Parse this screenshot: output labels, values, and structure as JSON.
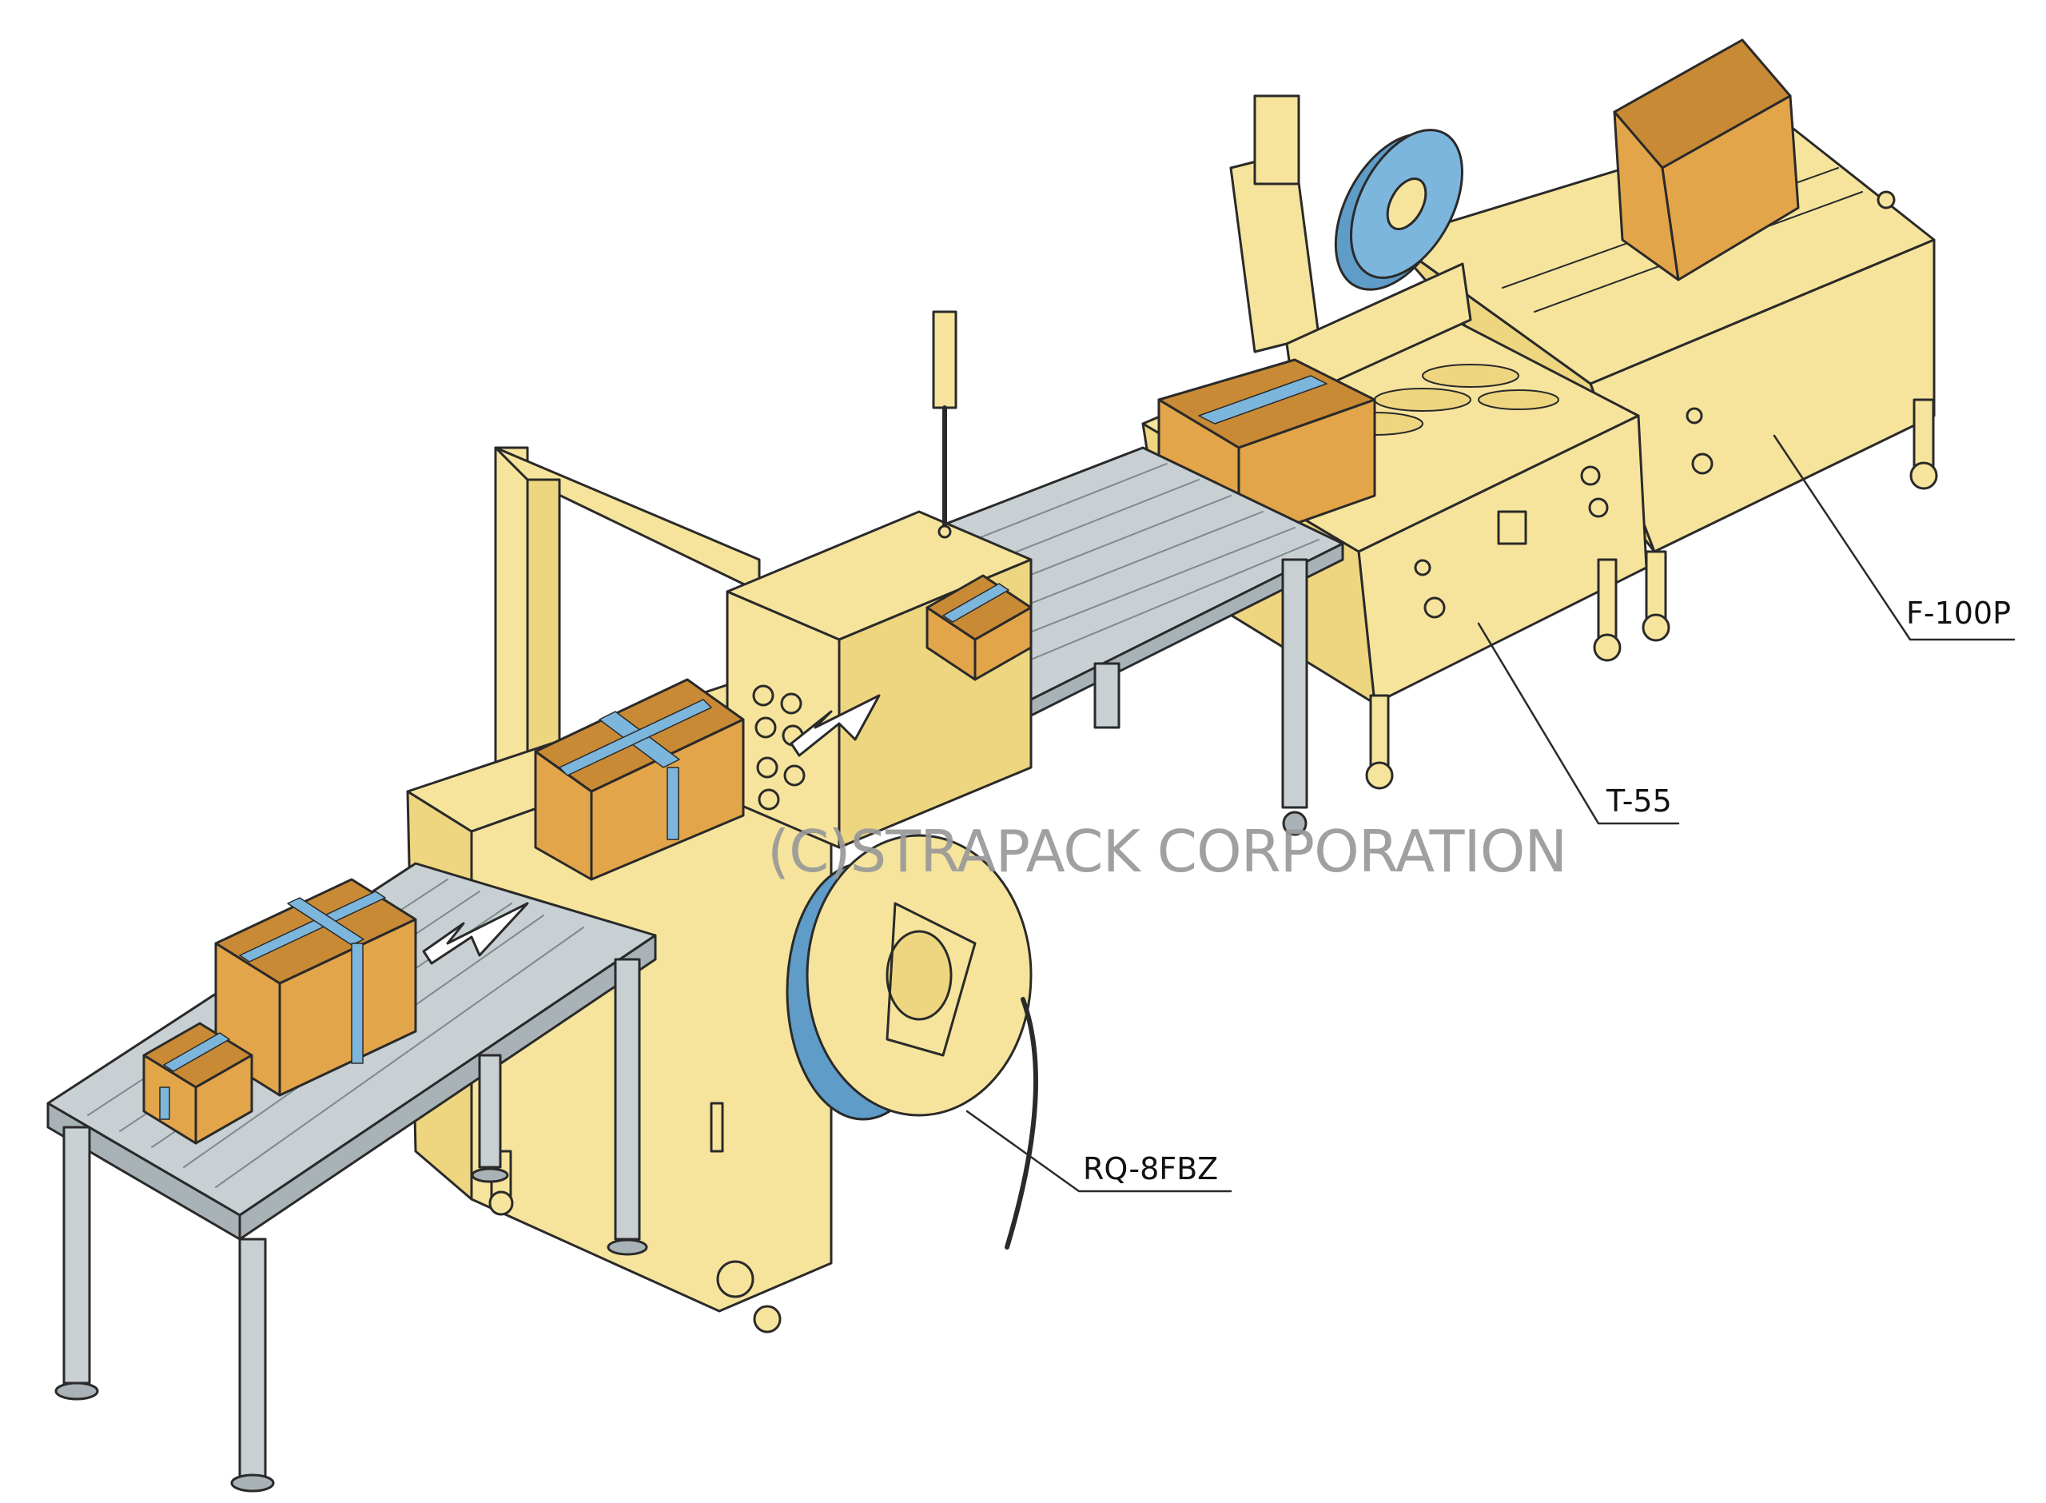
{
  "labels": {
    "packer": "F-100P",
    "taper": "T-55",
    "strapper": "RQ-8FBZ"
  },
  "watermark": "(C)STRAPACK CORPORATION",
  "colors": {
    "machine": "#f6e49c",
    "machine_shade": "#eed680",
    "conveyor": "#c8d0d3",
    "conveyor_dark": "#a9b3b7",
    "box": "#e3a54a",
    "box_dark": "#c98a35",
    "strap": "#7cb6dc",
    "outline": "#2a2a2a",
    "watermark": "#999999"
  },
  "icons": [
    "arrow-icon",
    "signal-tower-icon",
    "strap-reel-icon",
    "tape-roll-icon"
  ]
}
